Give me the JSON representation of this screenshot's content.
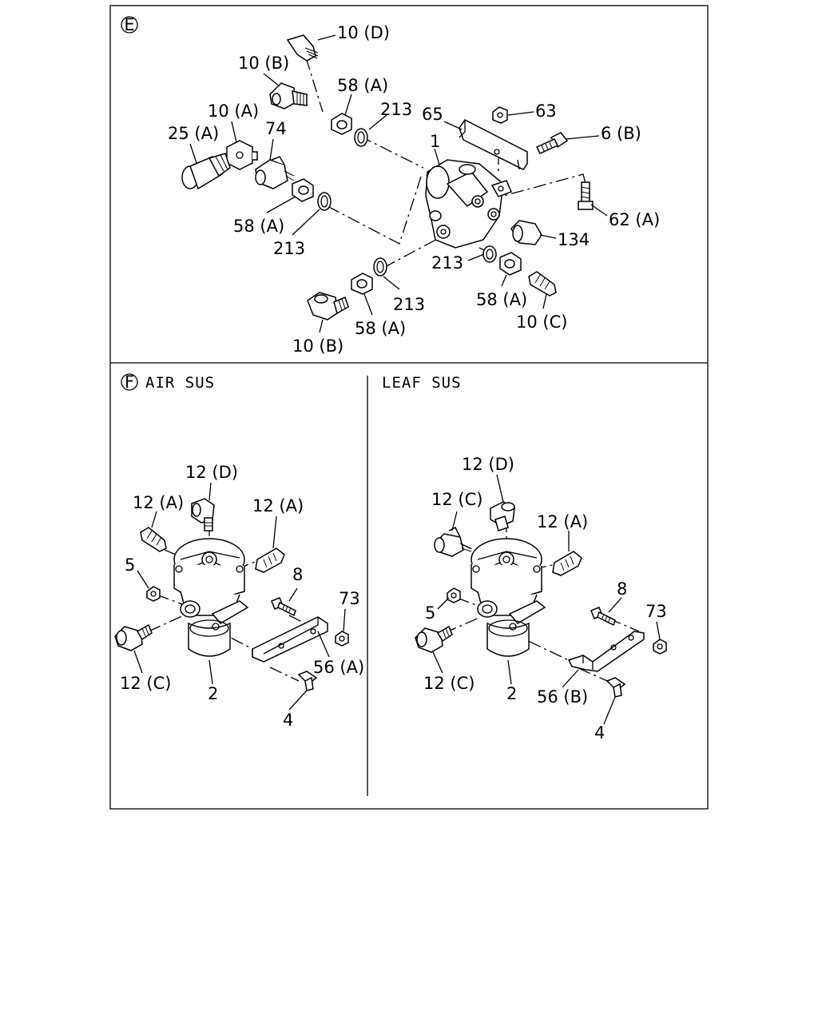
{
  "section_e": {
    "marker": "E",
    "labels": {
      "l_10d": "10 (D)",
      "l_10b_top": "10 (B)",
      "l_58a_top": "58 (A)",
      "l_213_top": "213",
      "l_10a": "10 (A)",
      "l_74": "74",
      "l_25a": "25 (A)",
      "l_65": "65",
      "l_63": "63",
      "l_6b": "6 (B)",
      "l_1": "1",
      "l_62a": "62 (A)",
      "l_58a_left": "58 (A)",
      "l_213_left": "213",
      "l_134": "134",
      "l_213_right": "213",
      "l_58a_br": "58 (A)",
      "l_10c": "10 (C)",
      "l_213_bottom": "213",
      "l_58a_bottom": "58 (A)",
      "l_10b_bottom": "10 (B)"
    }
  },
  "section_f_air": {
    "marker": "F",
    "header": "AIR SUS",
    "labels": {
      "l_12d": "12 (D)",
      "l_12a_left": "12 (A)",
      "l_12a_right": "12 (A)",
      "l_5": "5",
      "l_8": "8",
      "l_73": "73",
      "l_12c": "12 (C)",
      "l_2": "2",
      "l_56a": "56 (A)",
      "l_4": "4"
    }
  },
  "section_f_leaf": {
    "header": "LEAF SUS",
    "labels": {
      "l_12d": "12 (D)",
      "l_12c_top": "12 (C)",
      "l_12a": "12 (A)",
      "l_5": "5",
      "l_8": "8",
      "l_73": "73",
      "l_12c": "12 (C)",
      "l_2": "2",
      "l_56b": "56 (B)",
      "l_4": "4"
    }
  }
}
